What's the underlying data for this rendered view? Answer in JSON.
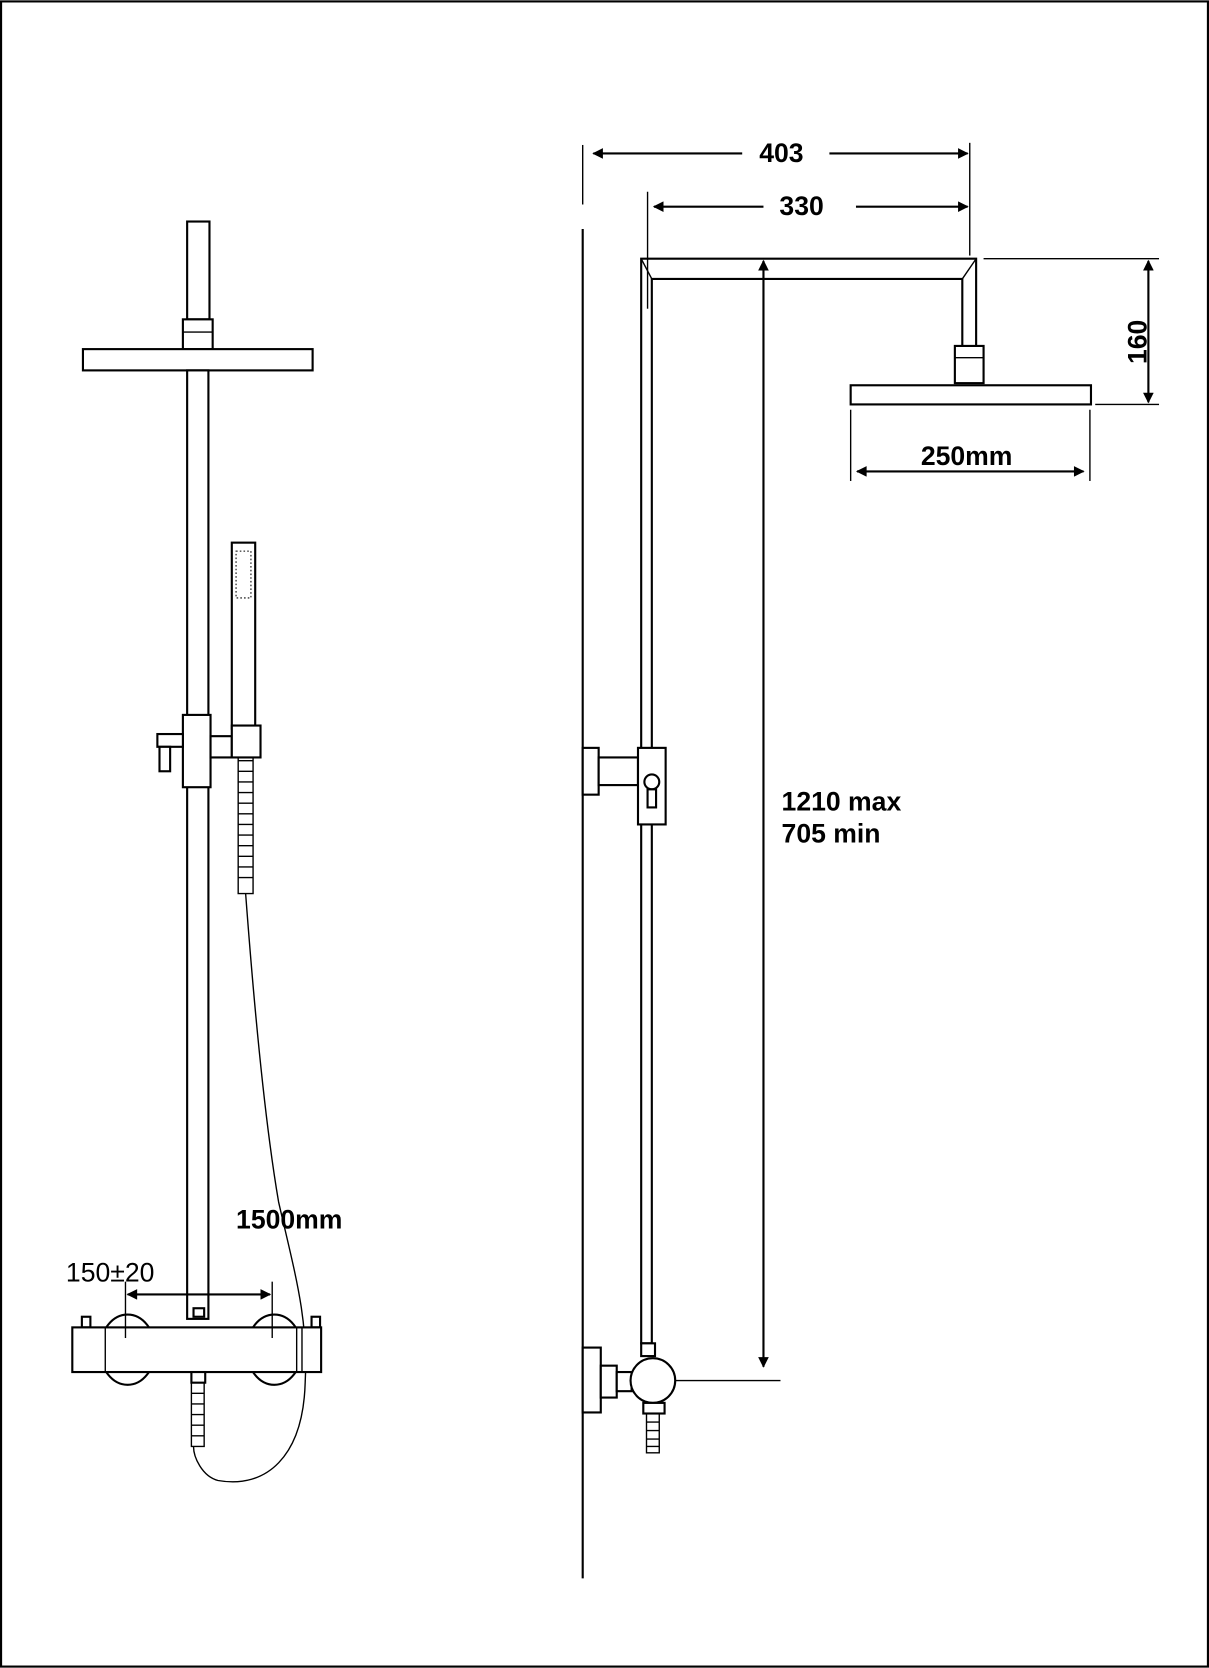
{
  "front_view": {
    "hose_length_label": "1500mm",
    "inlet_spacing_label": "150±20"
  },
  "side_view": {
    "total_projection_label": "403",
    "arm_length_label": "330",
    "head_drop_label": "160",
    "head_width_label": "250mm",
    "height_max_label": "1210 max",
    "height_min_label": "705 min"
  }
}
